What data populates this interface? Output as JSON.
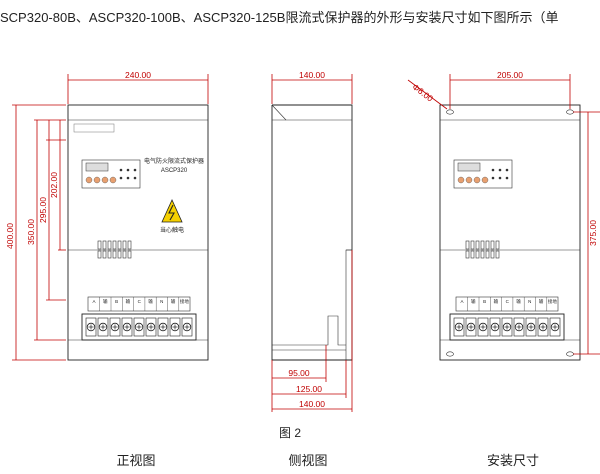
{
  "heading": "SCP320-80B、ASCP320-100B、ASCP320-125B限流式保护器的外形与安装尺寸如下图所示（单",
  "figure_caption": "图 2",
  "views": {
    "front": "正视图",
    "side": "侧视图",
    "install": "安装尺寸"
  },
  "dimensions": {
    "front_width": "240.00",
    "front_h400": "400.00",
    "front_h350": "350.00",
    "front_h295": "295.00",
    "front_h202": "202.00",
    "side_width": "140.00",
    "side_d95": "95.00",
    "side_d125": "125.00",
    "side_d140": "140.00",
    "install_width": "205.00",
    "install_hole": "Φ6.00",
    "install_height": "375.00"
  },
  "device": {
    "label_line1": "电气防火限流式保护器",
    "label_line2": "ASCP320",
    "warning": "当心触电",
    "terminal_labels": [
      "A",
      "输",
      "B",
      "输",
      "C",
      "输",
      "N",
      "输",
      "接地"
    ]
  },
  "colors": {
    "dimension": "#c00000",
    "outline": "#222222"
  }
}
